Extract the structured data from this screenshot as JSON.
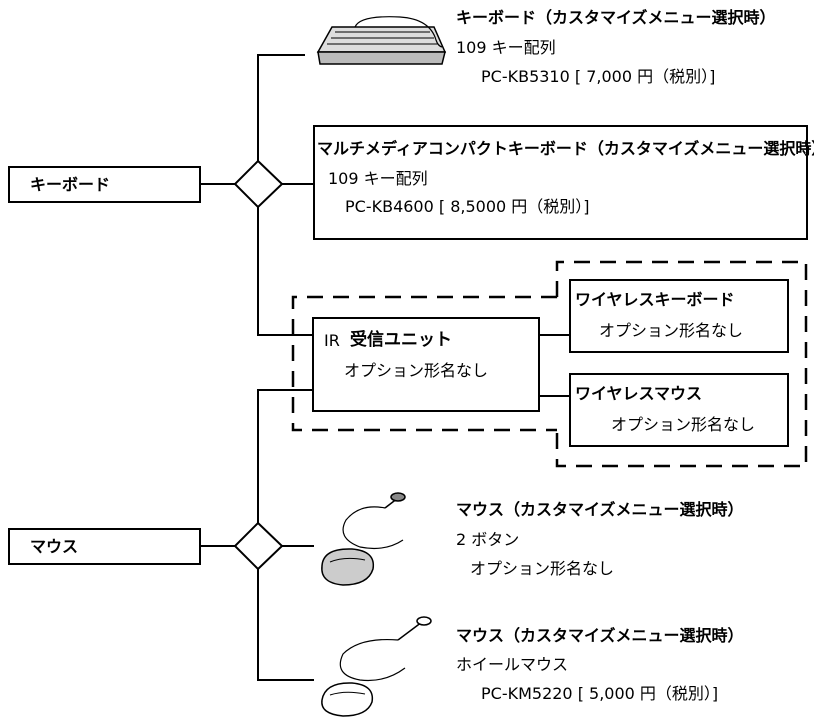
{
  "left_labels": {
    "keyboard": "キーボード",
    "mouse": "マウス"
  },
  "keyboard_items": [
    {
      "title": "キーボード（カスタマイズメニュー選択時）",
      "line1": "109 キー配列",
      "line2": "PC-KB5310 [ 7,000 円（税別）]"
    },
    {
      "title": "マルチメディアコンパクトキーボード（カスタマイズメニュー選択時）",
      "line1": "109 キー配列",
      "line2": "PC-KB4600 [ 8,5000 円（税別）]"
    }
  ],
  "ir_unit": {
    "prefix": "IR",
    "title": "受信ユニット",
    "line1": "オプション形名なし"
  },
  "wireless": [
    {
      "title": "ワイヤレスキーボード",
      "line1": "オプション形名なし"
    },
    {
      "title": "ワイヤレスマウス",
      "line1": "オプション形名なし"
    }
  ],
  "mouse_items": [
    {
      "title": "マウス（カスタマイズメニュー選択時）",
      "line1": "2 ボタン",
      "line2": "オプション形名なし"
    },
    {
      "title": "マウス（カスタマイズメニュー選択時）",
      "line1": "ホイールマウス",
      "line2": "PC-KM5220 [ 5,000 円（税別）]"
    }
  ],
  "icons": [
    "keyboard-icon",
    "mouse-icon",
    "wheel-mouse-icon"
  ]
}
